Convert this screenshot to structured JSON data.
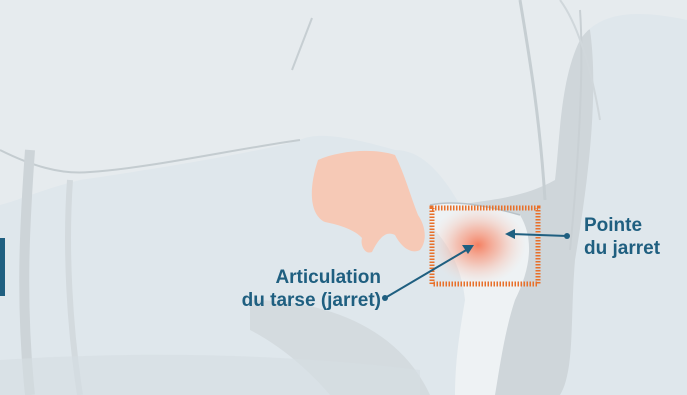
{
  "labels": {
    "hock_point": {
      "line1": "Pointe",
      "line2": "du jarret"
    },
    "tarsal_joint": {
      "line1": "Articulation",
      "line2": "du tarse (jarret)"
    }
  },
  "colors": {
    "background": "#dfe7ec",
    "label_text": "#1f5f80",
    "callout_line": "#1f5f80",
    "highlight_box": "#e8702a",
    "highlight_glow": "#f48a6a",
    "udder": "#f6c9b6"
  }
}
